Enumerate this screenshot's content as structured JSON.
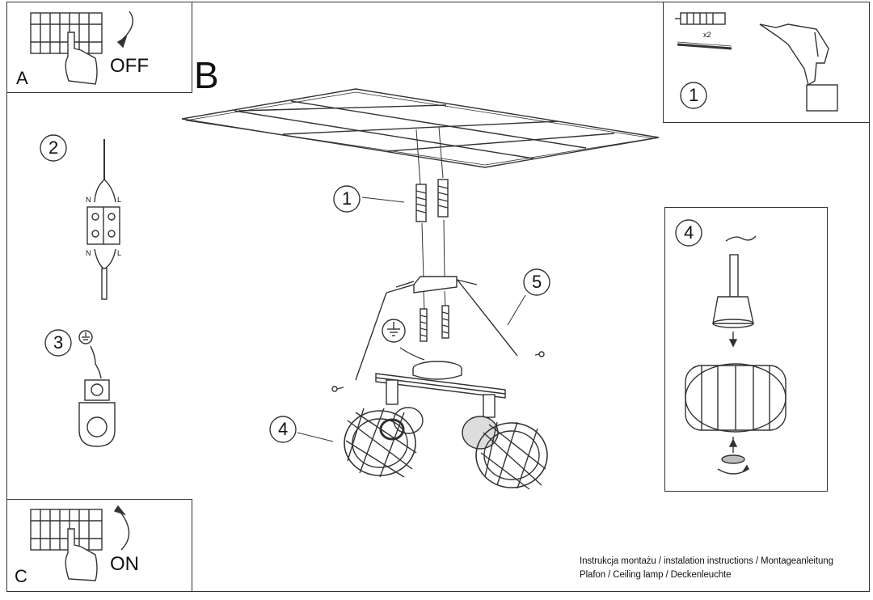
{
  "panels": {
    "a": {
      "letter": "A",
      "state": "OFF"
    },
    "c": {
      "letter": "C",
      "state": "ON"
    },
    "b": {
      "letter": "B"
    }
  },
  "steps": {
    "drill_panel": "1",
    "wire_panel": "2",
    "ground_panel": "3",
    "shade_panel": "4",
    "main_anchor": "1",
    "main_plate": "5",
    "main_shade": "4"
  },
  "labels": {
    "anchor_count": "x2",
    "terminal_n_top": "N",
    "terminal_l_top": "L",
    "terminal_n_bottom": "N",
    "terminal_l_bottom": "L"
  },
  "footer": {
    "line1": "Instrukcja montażu / instalation instructions / Montageanleitung",
    "line2": "Plafon / Ceiling lamp / Deckenleuchte"
  },
  "colors": {
    "line": "#333333",
    "fill_gray": "#bdbdbd",
    "bg": "#ffffff"
  }
}
